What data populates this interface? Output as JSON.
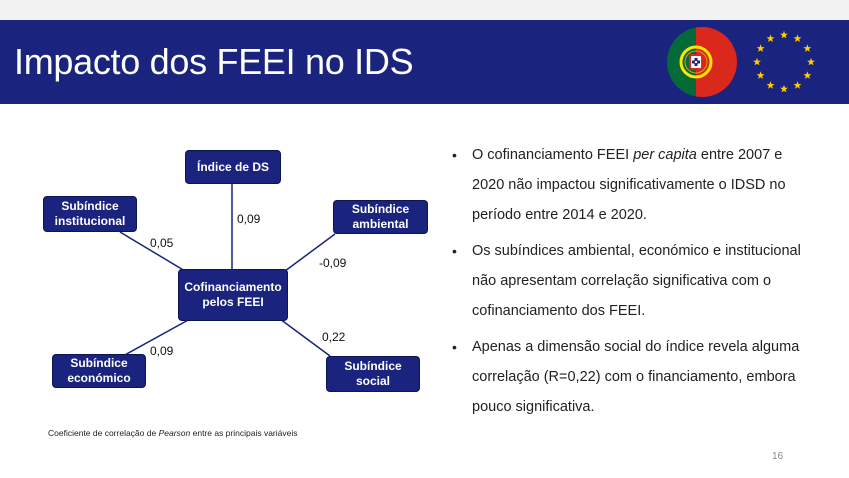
{
  "slide": {
    "title": "Impacto dos FEEI no IDS",
    "page_number": "16"
  },
  "diagram": {
    "center": {
      "line1": "Cofinanciamento",
      "line2": "pelos FEEI"
    },
    "nodes": {
      "ds": {
        "line1": "Índice de DS",
        "coef": "0,09"
      },
      "institucional": {
        "line1": "Subíndice",
        "line2": "institucional",
        "coef": "0,05"
      },
      "ambiental": {
        "line1": "Subíndice",
        "line2": "ambiental",
        "coef": "-0,09"
      },
      "economico": {
        "line1": "Subíndice",
        "line2": "económico",
        "coef": "0,09"
      },
      "social": {
        "line1": "Subíndice",
        "line2": "social",
        "coef": "0,22"
      }
    }
  },
  "footnote": {
    "prefix": "Coeficiente de correlação de ",
    "italic": "Pearson",
    "suffix": " entre as principais variáveis"
  },
  "bullets": [
    {
      "pre": "O cofinanciamento FEEI ",
      "em": "per capita",
      "post": " entre 2007 e 2020 não impactou significativamente o IDSD no período entre 2014 e 2020."
    },
    {
      "pre": "Os subíndices ambiental, económico e institucional não apresentam correlação significativa com o cofinanciamento dos FEEI.",
      "em": "",
      "post": ""
    },
    {
      "pre": "Apenas a dimensão social do índice revela alguma correlação (R=0,22) com o financiamento, embora pouco significativa.",
      "em": "",
      "post": ""
    }
  ],
  "colors": {
    "header": "#1a237e",
    "node": "#1a237e",
    "eu_star": "#ffcc00"
  }
}
